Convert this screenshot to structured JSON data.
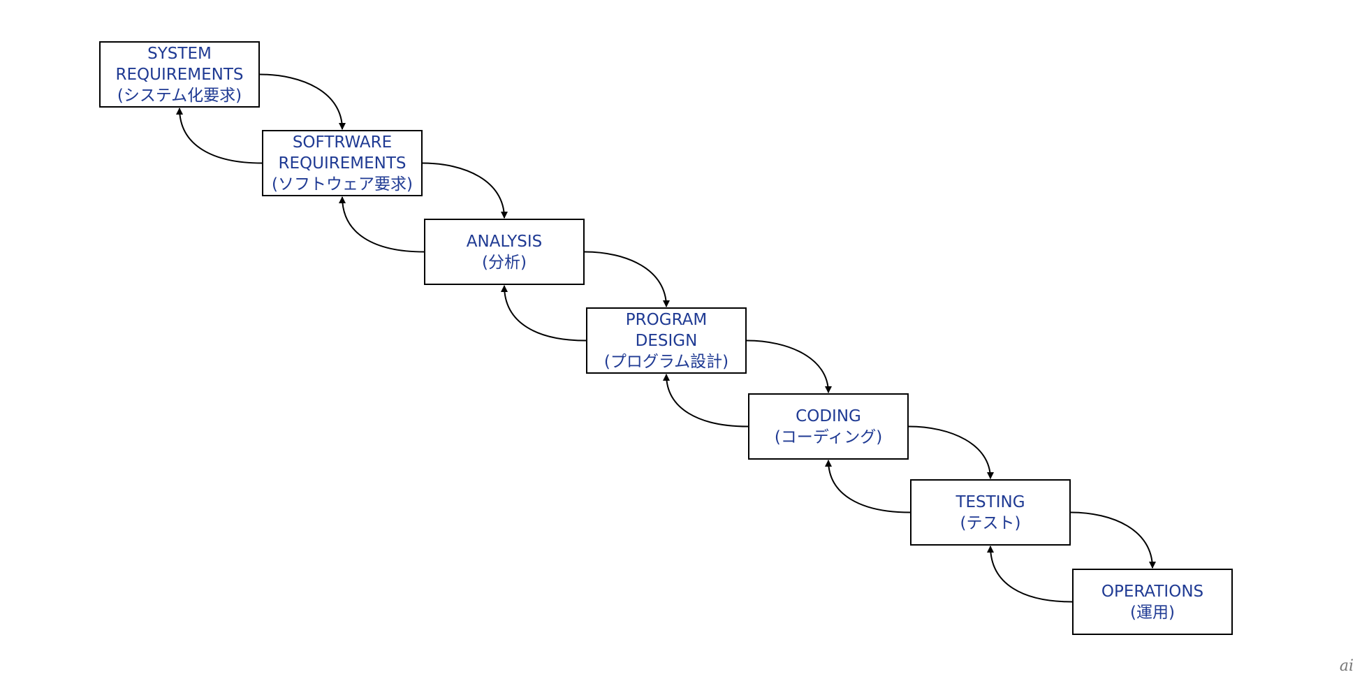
{
  "steps": [
    {
      "lines": [
        "SYSTEM",
        "REQUIREMENTS",
        "(システム化要求)"
      ]
    },
    {
      "lines": [
        "SOFTRWARE",
        "REQUIREMENTS",
        "(ソフトウェア要求)"
      ]
    },
    {
      "lines": [
        "ANALYSIS",
        "(分析)"
      ]
    },
    {
      "lines": [
        "PROGRAM",
        "DESIGN",
        "(プログラム設計)"
      ]
    },
    {
      "lines": [
        "CODING",
        "(コーディング)"
      ]
    },
    {
      "lines": [
        "TESTING",
        "(テスト)"
      ]
    },
    {
      "lines": [
        "OPERATIONS",
        "(運用)"
      ]
    }
  ],
  "watermark": "ai",
  "colors": {
    "text": "#1f3a93",
    "border": "#000000",
    "arrow": "#000000"
  }
}
